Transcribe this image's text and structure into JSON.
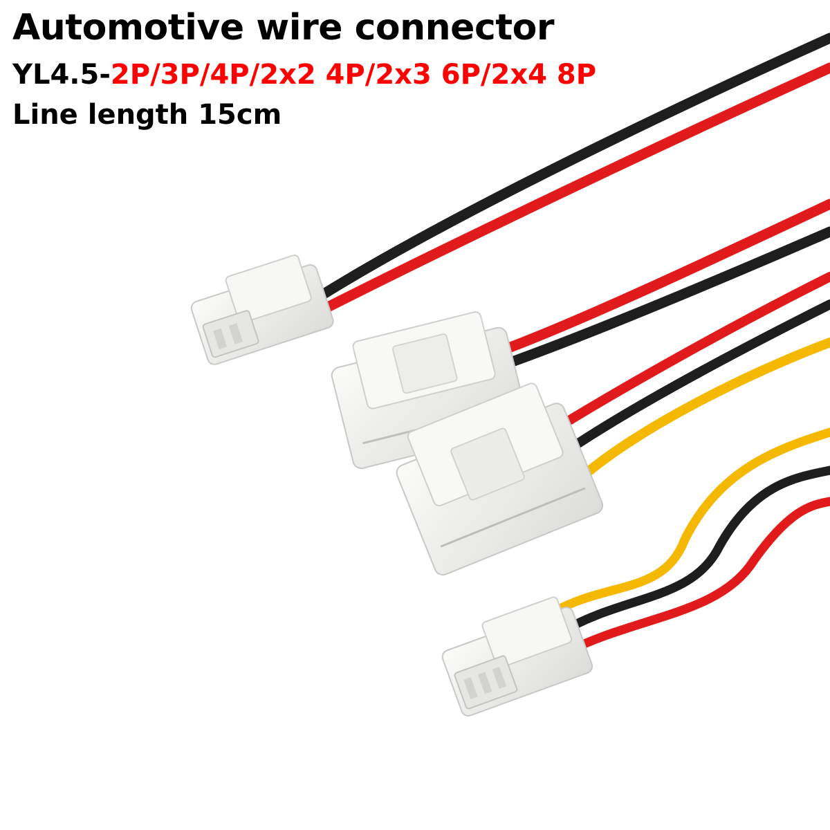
{
  "title": "Automotive wire connector",
  "model": {
    "prefix": "YL4.5-",
    "variants": "2P/3P/4P/2x2 4P/2x3 6P/2x4 8P"
  },
  "line_length": "Line length 15cm",
  "colors": {
    "text": "#000000",
    "variant_text": "#ff0000",
    "wire_black": "#1e1e1e",
    "wire_red": "#e11b1b",
    "wire_yellow": "#f4b800",
    "housing": "#f2f2f0"
  }
}
